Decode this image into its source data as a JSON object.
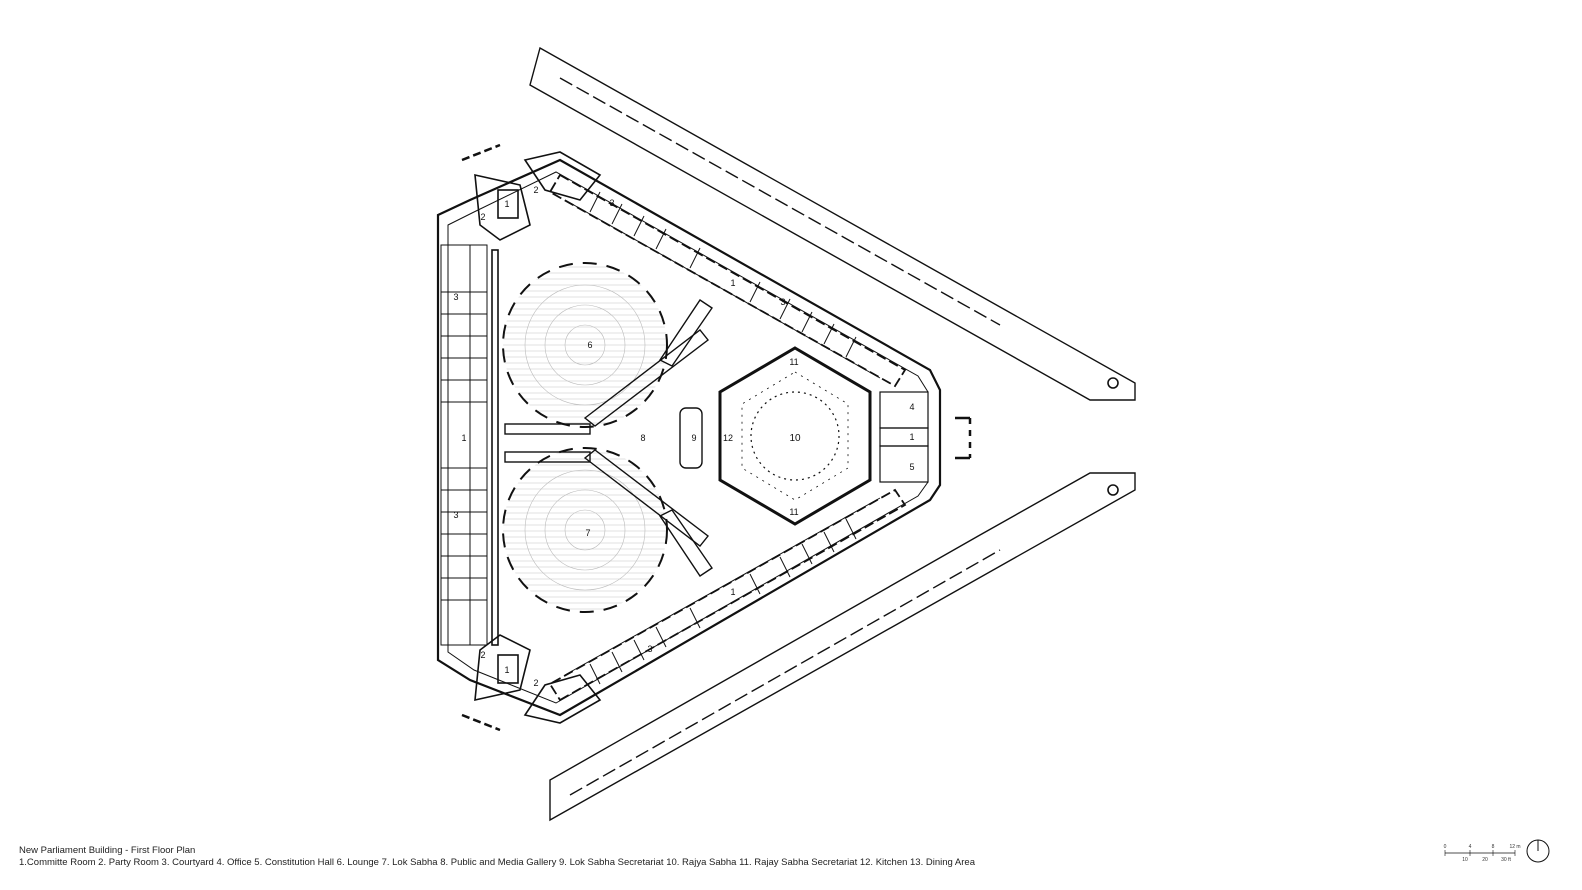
{
  "caption": {
    "title": "New Parliament Building - First Floor Plan",
    "legend": "1.Committe Room 2. Party Room 3. Courtyard 4. Office 5. Constitution Hall 6. Lounge 7. Lok Sabha 8. Public and Media Gallery 9. Lok Sabha Secretariat 10. Rajya Sabha 11. Rajay Sabha Secretariat 12. Kitchen 13. Dining Area"
  },
  "room_numbers": {
    "n1": "1",
    "n2": "2",
    "n3": "3",
    "n4": "4",
    "n5": "5",
    "n6": "6",
    "n7": "7",
    "n8": "8",
    "n9": "9",
    "n10": "10",
    "n11": "11",
    "n12": "12"
  },
  "scale_bar": {
    "m_labels": [
      "0",
      "4",
      "8",
      "12 m"
    ],
    "ft_labels": [
      "10",
      "20",
      "30 ft"
    ]
  },
  "colors": {
    "line": "#111111",
    "hatch": "#bbbbbb",
    "background": "#ffffff"
  }
}
